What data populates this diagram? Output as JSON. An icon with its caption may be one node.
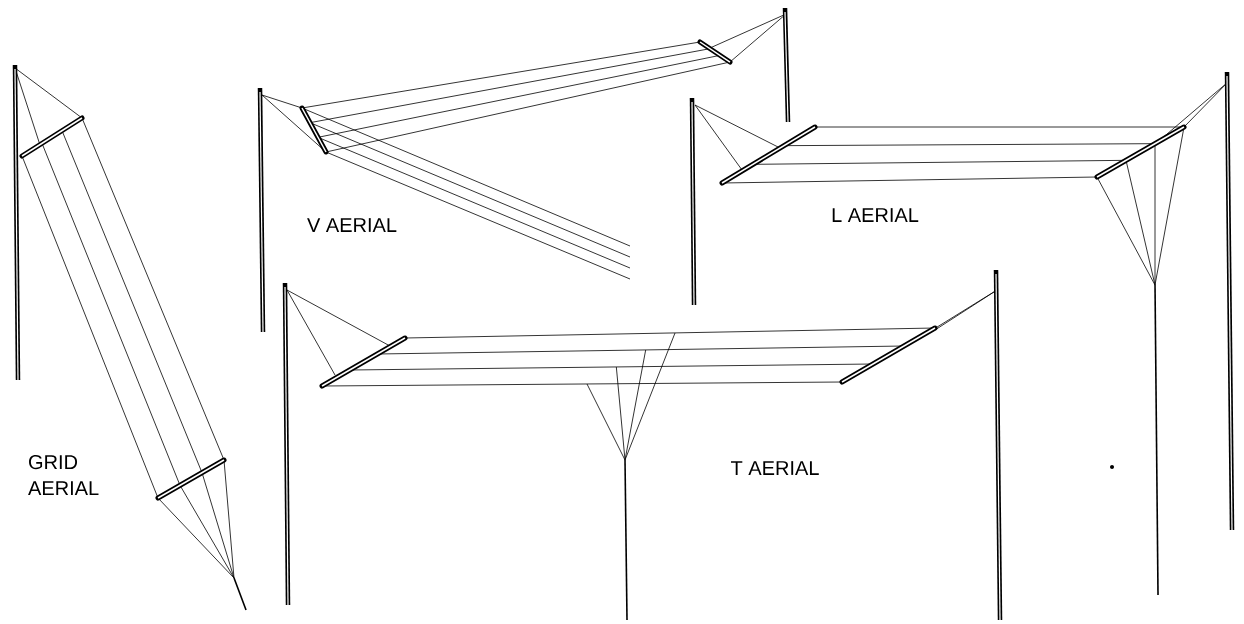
{
  "diagram": {
    "labels": [
      "GRID AERIAL",
      "V AERIAL",
      "L AERIAL",
      "T AERIAL"
    ]
  }
}
